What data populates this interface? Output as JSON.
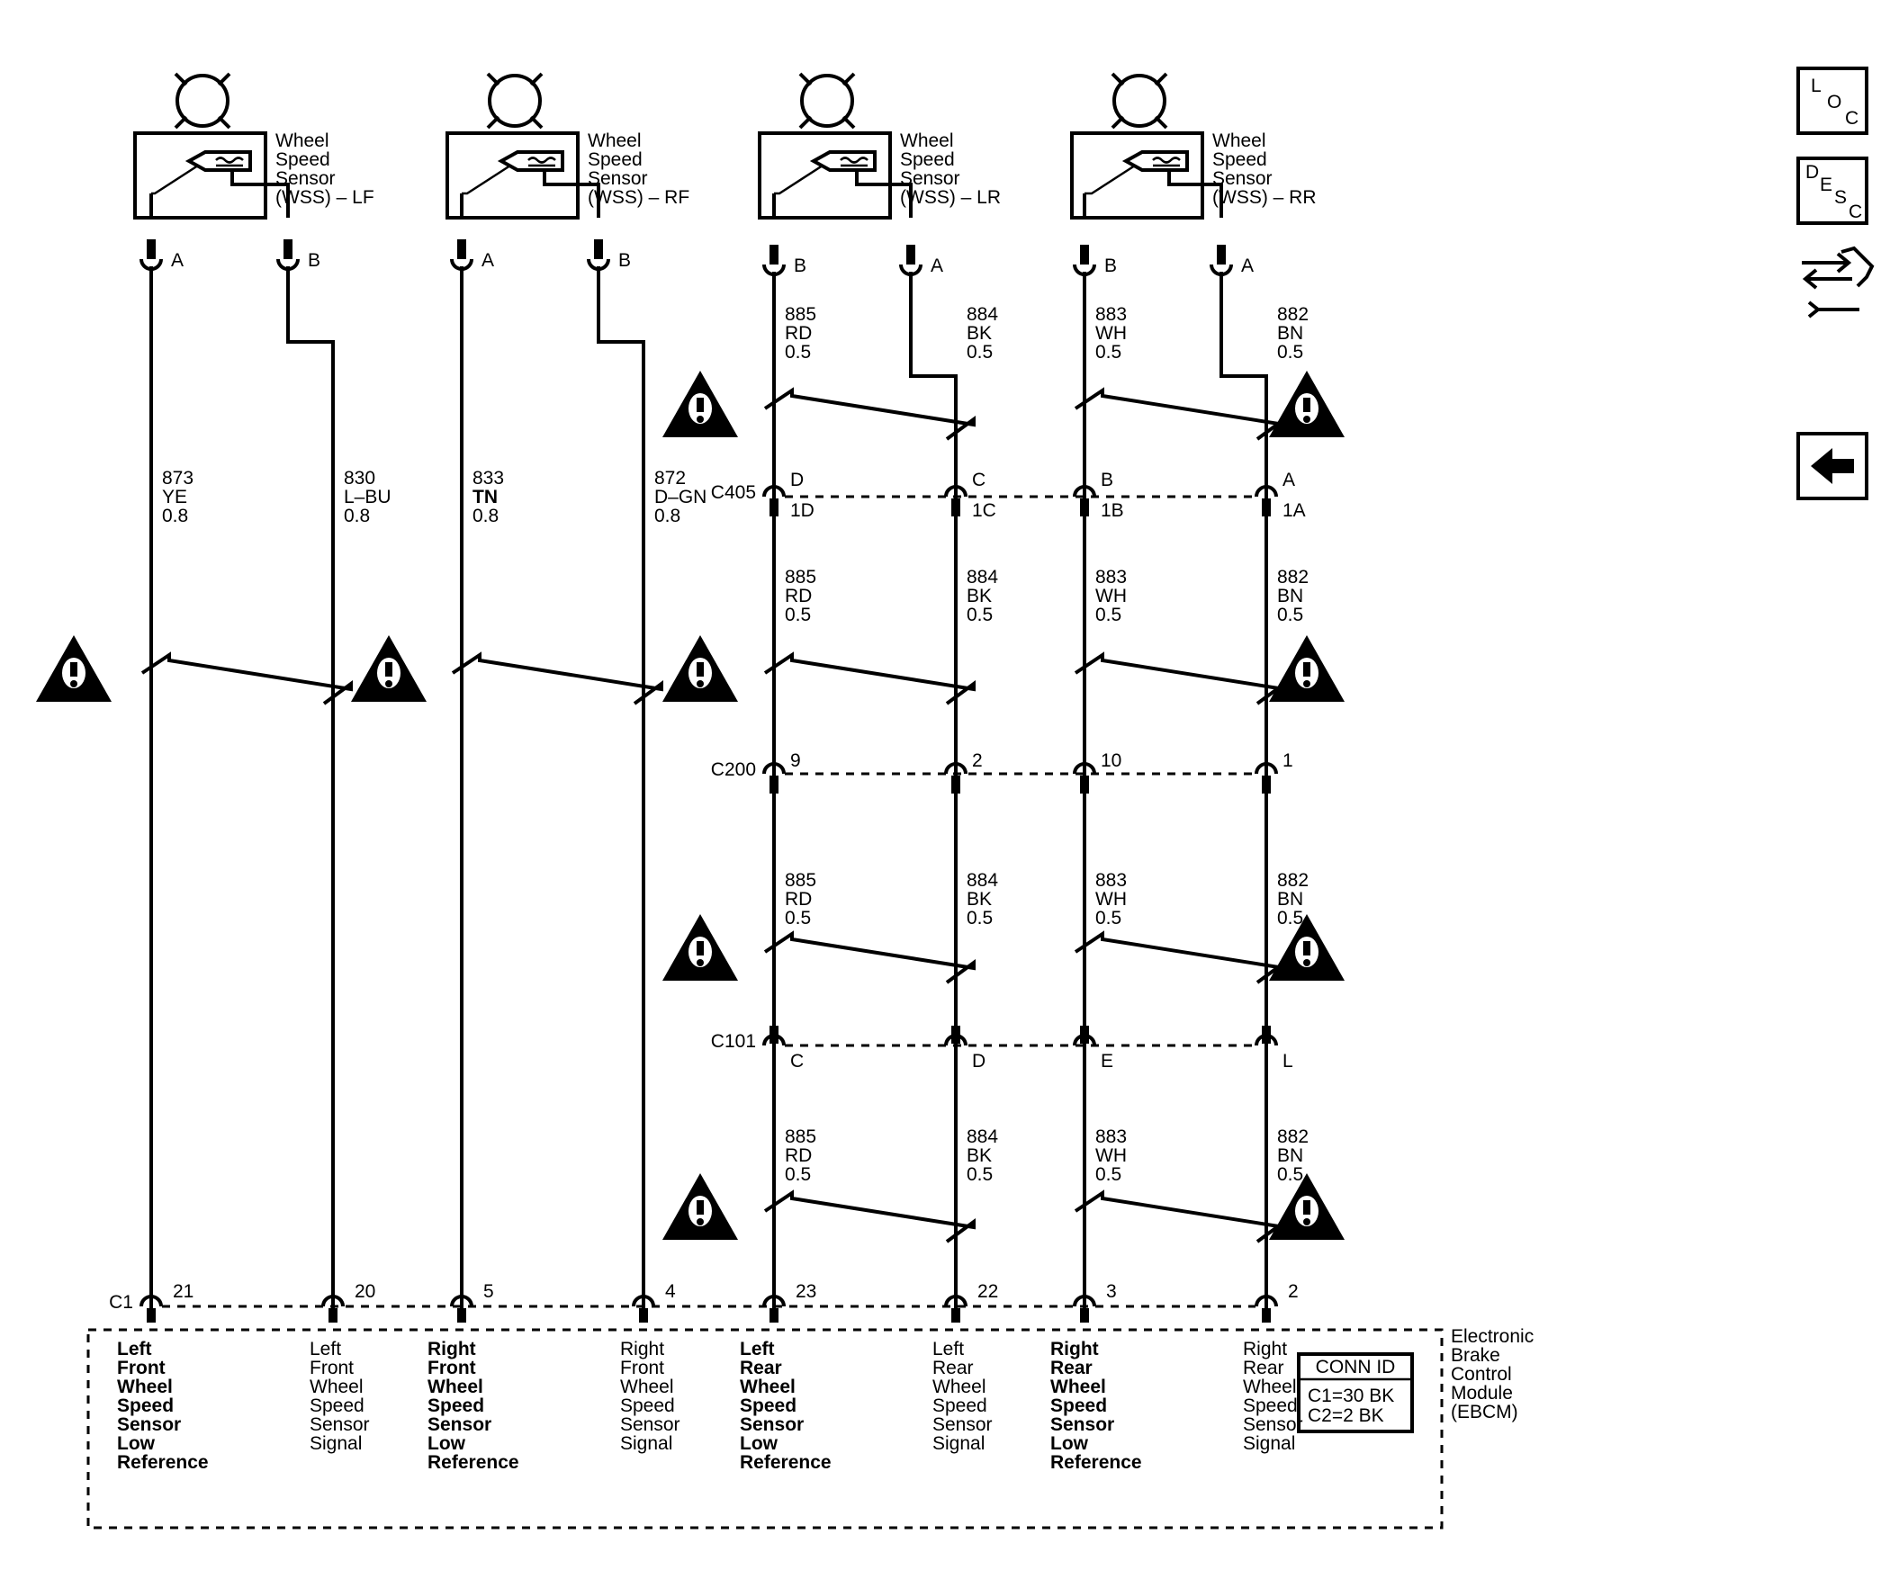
{
  "sensors": [
    {
      "line1": "Wheel",
      "line2": "Speed",
      "line3": "Sensor",
      "line4": "(WSS) – LF",
      "pin_left": "A",
      "pin_right": "B"
    },
    {
      "line1": "Wheel",
      "line2": "Speed",
      "line3": "Sensor",
      "line4": "(WSS) – RF",
      "pin_left": "A",
      "pin_right": "B"
    },
    {
      "line1": "Wheel",
      "line2": "Speed",
      "line3": "Sensor",
      "line4": "(WSS) – LR",
      "pin_left": "B",
      "pin_right": "A"
    },
    {
      "line1": "Wheel",
      "line2": "Speed",
      "line3": "Sensor",
      "line4": "(WSS) – RR",
      "pin_left": "B",
      "pin_right": "A"
    }
  ],
  "front_wires": [
    {
      "circuit": "873",
      "color": "YE",
      "gauge": "0.8"
    },
    {
      "circuit": "830",
      "color": "L–BU",
      "gauge": "0.8"
    },
    {
      "circuit": "833",
      "color": "TN",
      "gauge": "0.8"
    },
    {
      "circuit": "872",
      "color": "D–GN",
      "gauge": "0.8"
    }
  ],
  "rear_wires": [
    {
      "circuit": "885",
      "color": "RD",
      "gauge": "0.5"
    },
    {
      "circuit": "884",
      "color": "BK",
      "gauge": "0.5"
    },
    {
      "circuit": "883",
      "color": "WH",
      "gauge": "0.5"
    },
    {
      "circuit": "882",
      "color": "BN",
      "gauge": "0.5"
    }
  ],
  "connectors": {
    "c405": {
      "name": "C405",
      "upper_pins": [
        "D",
        "C",
        "B",
        "A"
      ],
      "lower_pins": [
        "1D",
        "1C",
        "1B",
        "1A"
      ]
    },
    "c200": {
      "name": "C200",
      "pins": [
        "9",
        "2",
        "10",
        "1"
      ]
    },
    "c101": {
      "name": "C101",
      "pins": [
        "C",
        "D",
        "E",
        "L"
      ]
    },
    "c1": {
      "name": "C1",
      "pins": [
        "21",
        "20",
        "5",
        "4",
        "23",
        "22",
        "3",
        "2"
      ]
    }
  },
  "module": {
    "label_lines": [
      "Electronic",
      "Brake",
      "Control",
      "Module",
      "(EBCM)"
    ],
    "terminals": [
      [
        "Left",
        "Front",
        "Wheel",
        "Speed",
        "Sensor",
        "Low",
        "Reference"
      ],
      [
        "Left",
        "Front",
        "Wheel",
        "Speed",
        "Sensor",
        "Signal"
      ],
      [
        "Right",
        "Front",
        "Wheel",
        "Speed",
        "Sensor",
        "Low",
        "Reference"
      ],
      [
        "Right",
        "Front",
        "Wheel",
        "Speed",
        "Sensor",
        "Signal"
      ],
      [
        "Left",
        "Rear",
        "Wheel",
        "Speed",
        "Sensor",
        "Low",
        "Reference"
      ],
      [
        "Left",
        "Rear",
        "Wheel",
        "Speed",
        "Sensor",
        "Signal"
      ],
      [
        "Right",
        "Rear",
        "Wheel",
        "Speed",
        "Sensor",
        "Low",
        "Reference"
      ],
      [
        "Right",
        "Rear",
        "Wheel",
        "Speed",
        "Sensor",
        "Signal"
      ]
    ],
    "conn_id": {
      "title": "CONN ID",
      "line1": "C1=30 BK",
      "line2": "C2=2 BK"
    }
  },
  "nav": {
    "loc": [
      "L",
      "O",
      "C"
    ],
    "desc": [
      "D",
      "E",
      "S",
      "C"
    ],
    "icons": [
      "location-icon",
      "description-icon",
      "connector-end-view-icon",
      "back-arrow-icon"
    ]
  }
}
